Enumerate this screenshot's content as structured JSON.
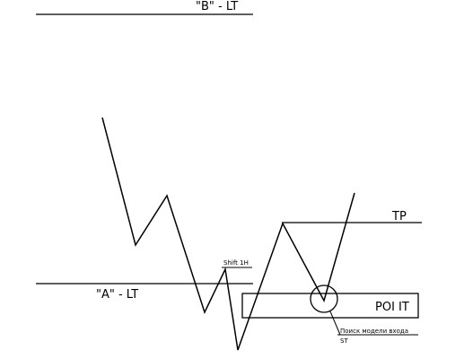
{
  "diagram": {
    "labels": {
      "level_b": "\"B\" - LT",
      "level_a": "\"A\" - LT",
      "shift": "Shift 1H",
      "tp": "TP",
      "poi": "POI IT",
      "search_line1": "Поиск модели входа",
      "search_line2": "ST"
    }
  }
}
